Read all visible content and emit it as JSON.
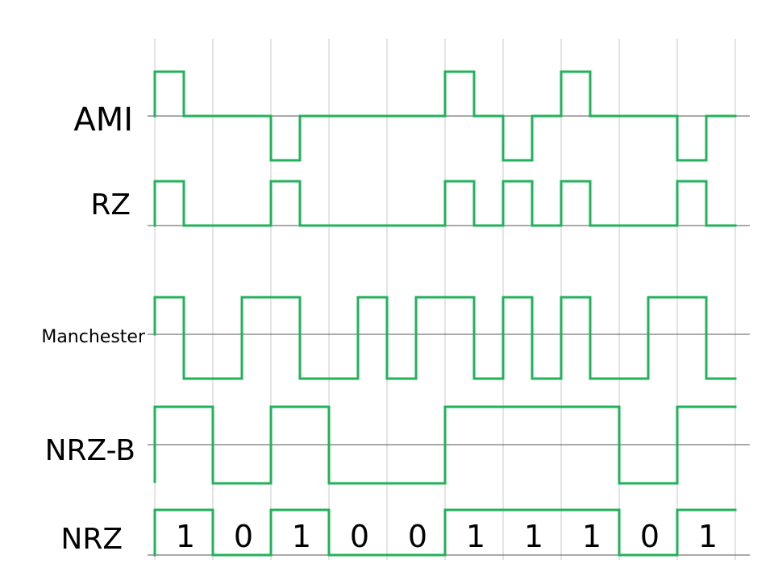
{
  "diagram": {
    "bits": [
      "1",
      "0",
      "1",
      "0",
      "0",
      "1",
      "1",
      "1",
      "0",
      "1"
    ],
    "wave_color": "#21b25a",
    "grid_color": "#c8c8c8",
    "rows": [
      {
        "key": "ami",
        "label": "AMI",
        "encoding": "ami"
      },
      {
        "key": "rz",
        "label": "RZ",
        "encoding": "rz"
      },
      {
        "key": "manchester",
        "label": "Manchester",
        "encoding": "manchester"
      },
      {
        "key": "nrzb",
        "label": "NRZ-B",
        "encoding": "nrz-bipolar"
      },
      {
        "key": "nrz",
        "label": "NRZ",
        "encoding": "nrz"
      }
    ]
  }
}
